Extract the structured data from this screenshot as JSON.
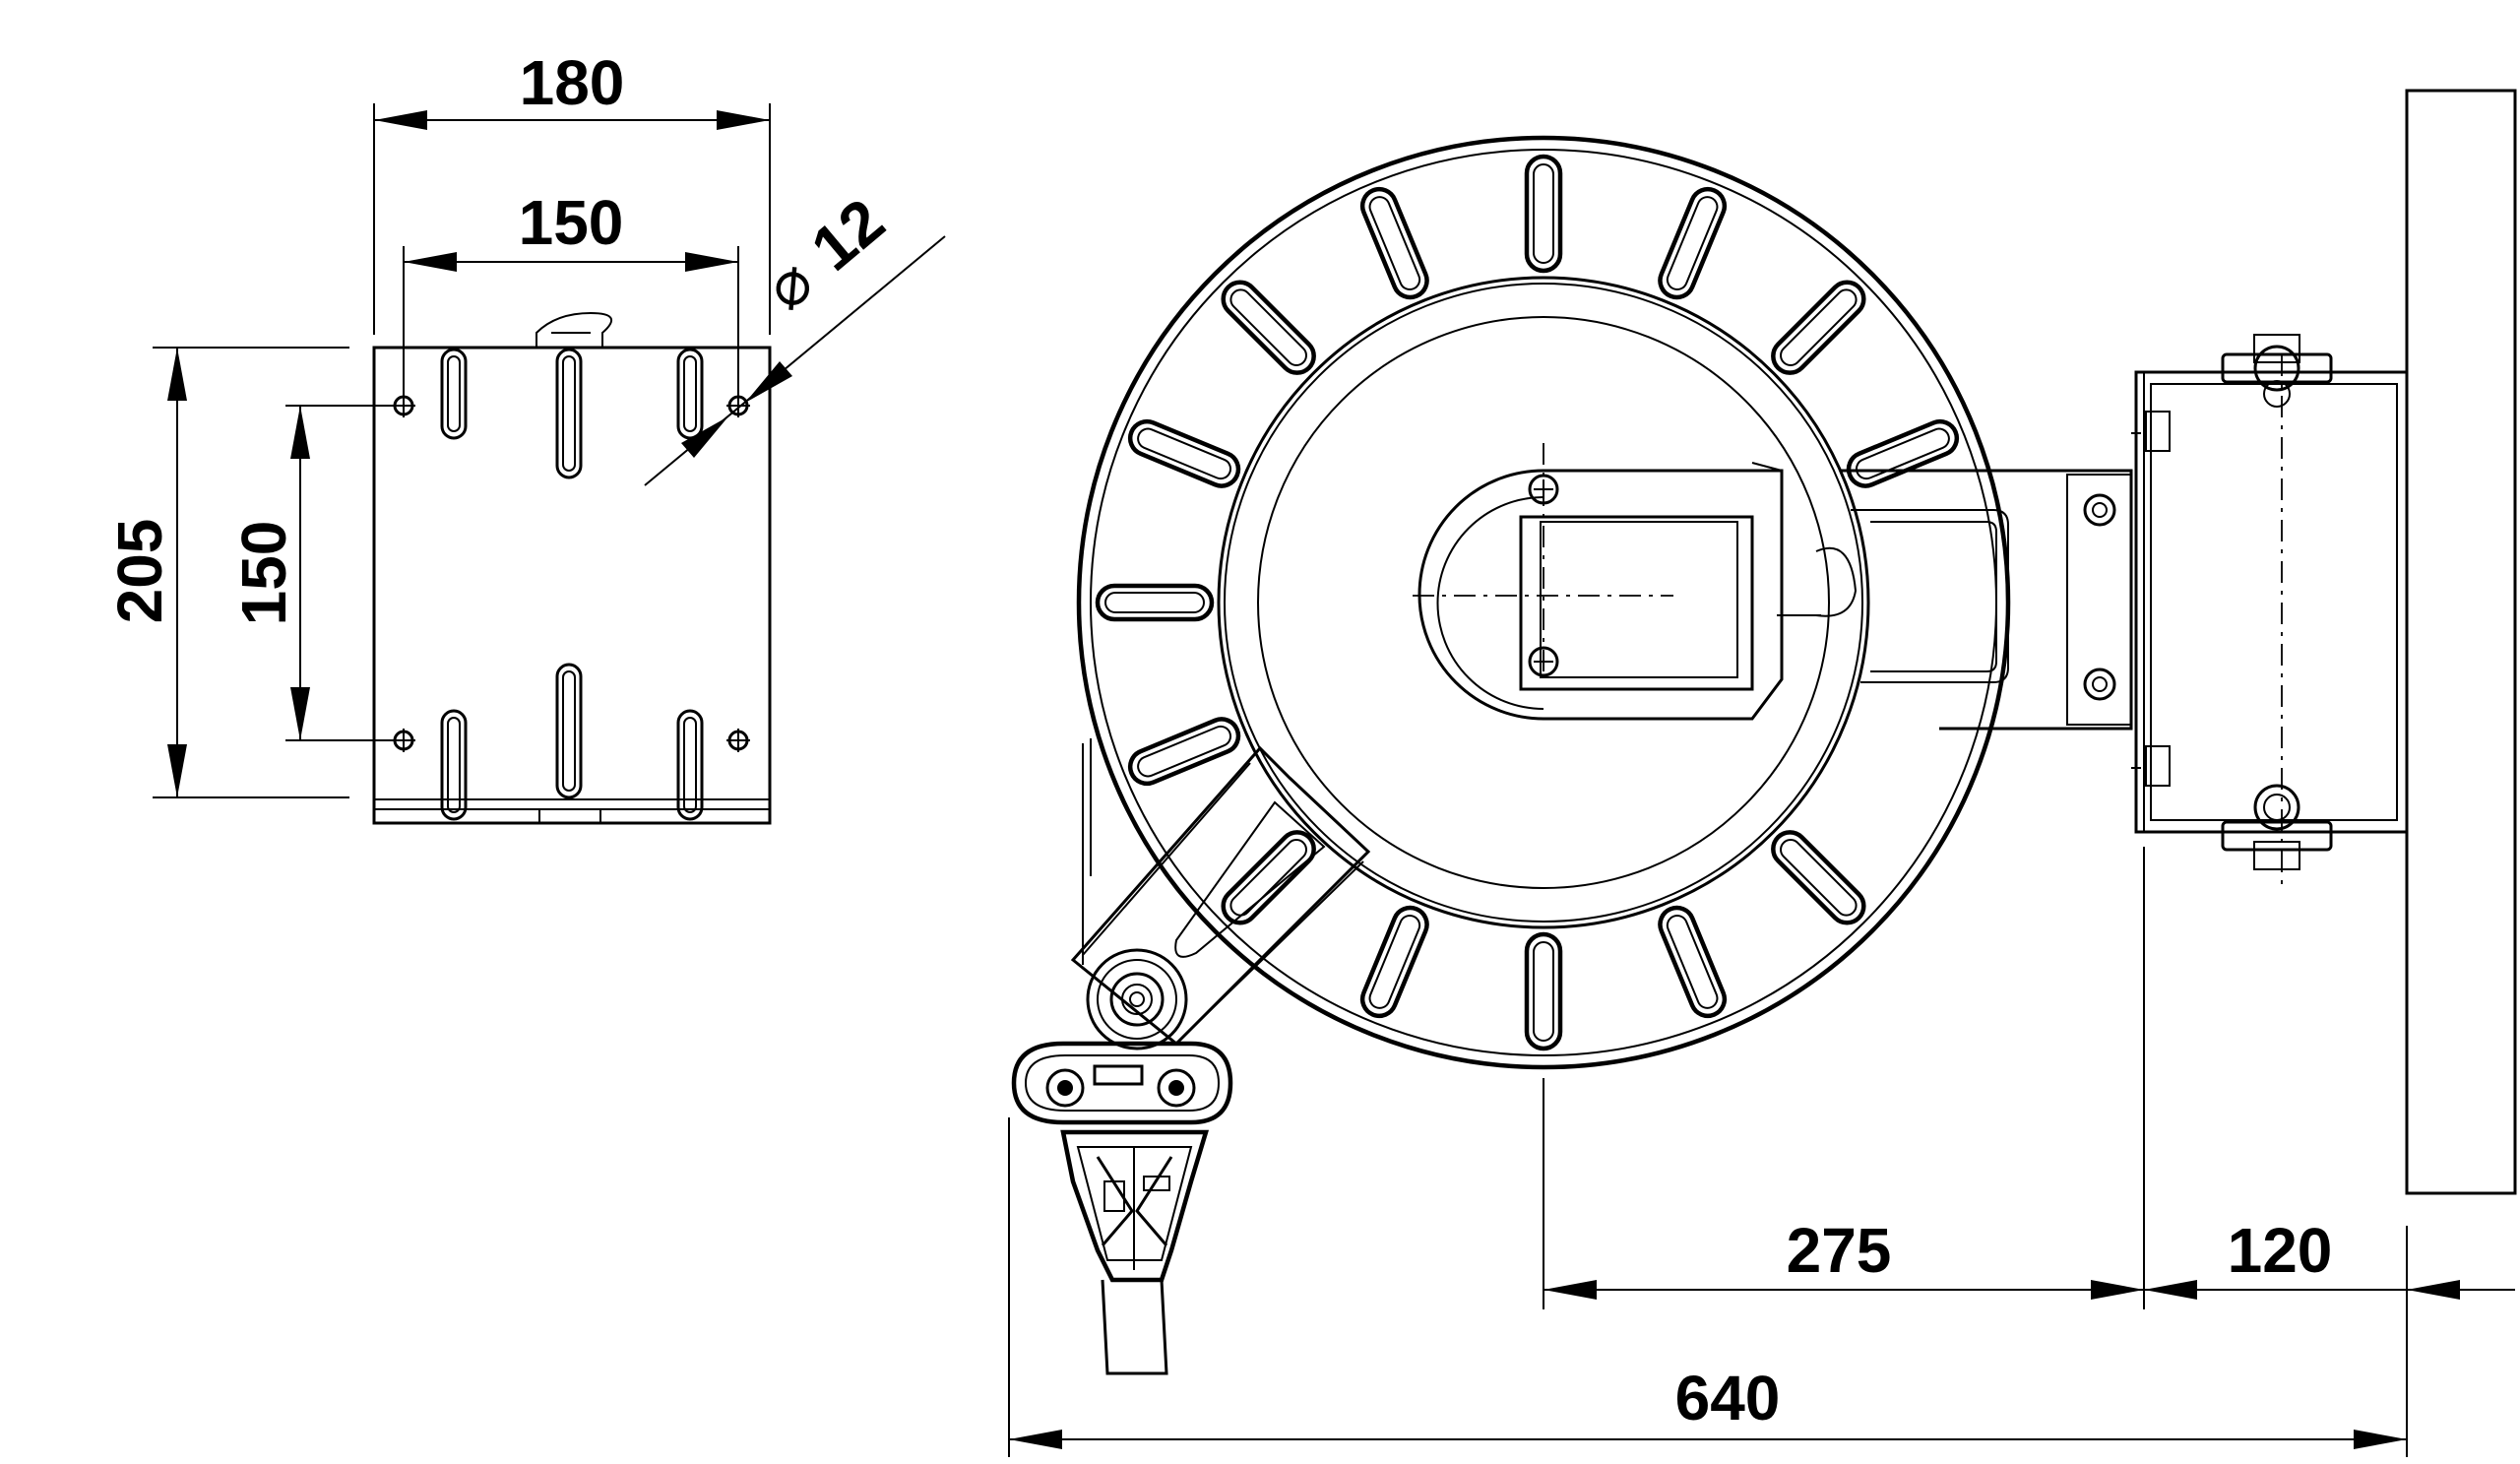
{
  "dimensions": {
    "bracket_width_outer": "180",
    "bracket_width_inner": "150",
    "hole_diameter": "12",
    "diameter_symbol": "⌀",
    "bracket_height_outer": "205",
    "bracket_height_inner": "150",
    "reel_center_to_bracket": "275",
    "bracket_depth": "120",
    "overall_length": "640"
  }
}
